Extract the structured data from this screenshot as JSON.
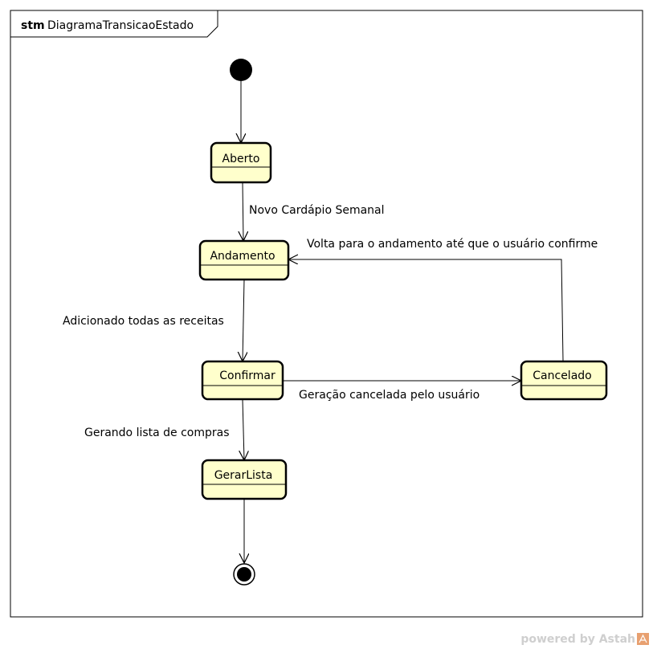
{
  "frame": {
    "keyword": "stm",
    "name": "DiagramaTransicaoEstado"
  },
  "states": {
    "aberto": "Aberto",
    "andamento": "Andamento",
    "confirmar": "Confirmar",
    "cancelado": "Cancelado",
    "gerarlista": "GerarLista"
  },
  "transitions": {
    "novo_cardapio": "Novo Cardápio Semanal",
    "volta_andamento": "Volta para o andamento até que o usuário confirme",
    "adicionado_receitas": "Adicionado todas as receitas",
    "geracao_cancelada": "Geração cancelada pelo usuário",
    "gerando_lista": "Gerando lista de compras"
  },
  "watermark": {
    "text": "powered by Astah"
  },
  "colors": {
    "state_fill": "#FFFFCC",
    "stroke": "#000000",
    "watermark": "#cfcfcf",
    "astah_logo": "#E8A070"
  }
}
